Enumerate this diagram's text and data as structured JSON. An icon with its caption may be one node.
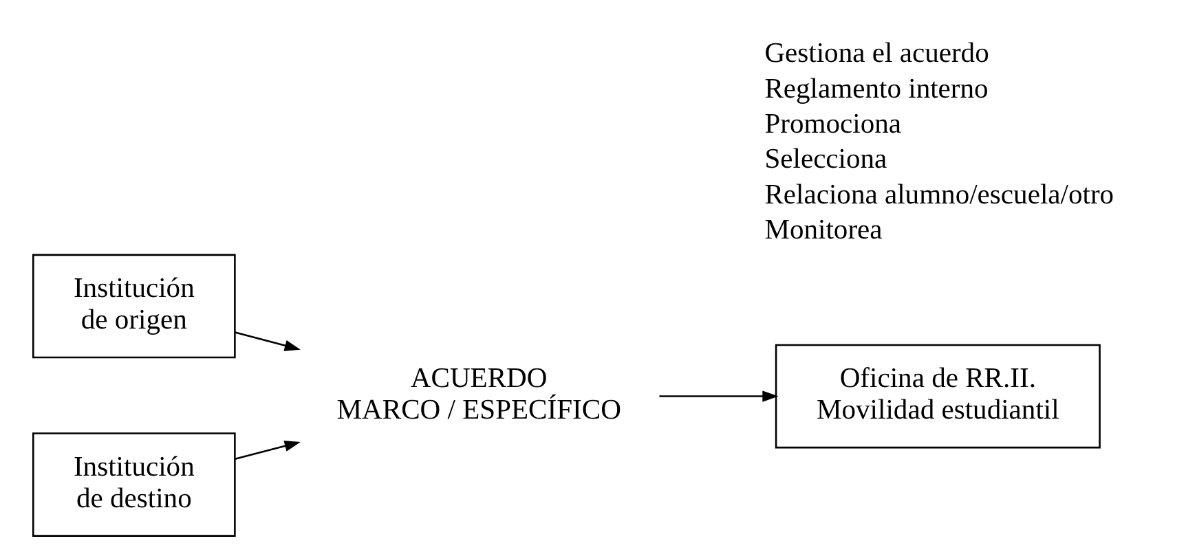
{
  "diagram": {
    "nodes": [
      {
        "text": [
          "Institución de origen"
        ]
      },
      {
        "text": [
          "Institución de destino"
        ]
      },
      {
        "text": [
          "ACUERDO MARCO / ESPECÍFICO"
        ]
      },
      {
        "text": [
          "Oficina de RR.II. Movilidad estudiantil"
        ]
      }
    ],
    "edges": [
      {
        "from": 0,
        "to": 2,
        "arrow": "to"
      },
      {
        "from": 1,
        "to": 2,
        "arrow": "to"
      },
      {
        "from": 2,
        "to": 3,
        "arrow": "to"
      }
    ],
    "labels": [
      "Gestiona el acuerdo",
      "Reglamento interno",
      "Promociona",
      "Selecciona",
      "Relaciona alumno/escuela/otro",
      "Monitorea"
    ]
  }
}
